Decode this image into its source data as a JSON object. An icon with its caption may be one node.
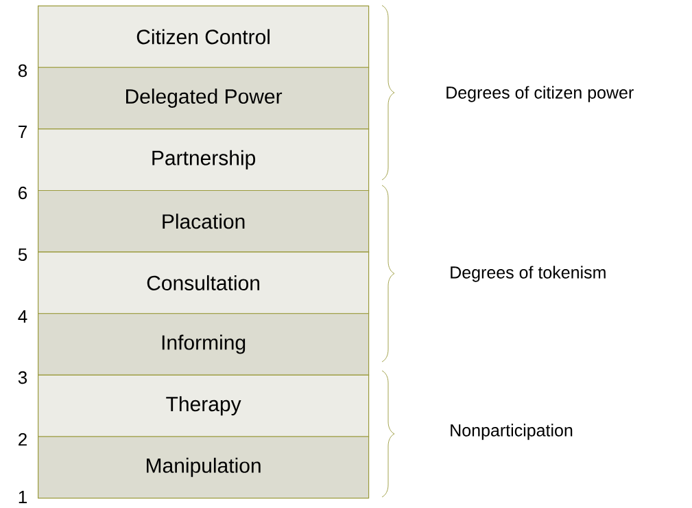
{
  "diagram": {
    "nodes": [
      {
        "text": [
          "Citizen Control"
        ]
      },
      {
        "text": [
          "Delegated Power"
        ]
      },
      {
        "text": [
          "Partnership"
        ]
      },
      {
        "text": [
          "Placation"
        ]
      },
      {
        "text": [
          "Consultation"
        ]
      },
      {
        "text": [
          "Informing"
        ]
      },
      {
        "text": [
          "Therapy"
        ]
      },
      {
        "text": [
          "Manipulation"
        ]
      }
    ],
    "labels": [
      "8",
      "Degrees of citizen power",
      "7",
      "6",
      "5",
      "Degrees of tokenism",
      "4",
      "3",
      "Nonparticipation",
      "2",
      "1"
    ]
  }
}
